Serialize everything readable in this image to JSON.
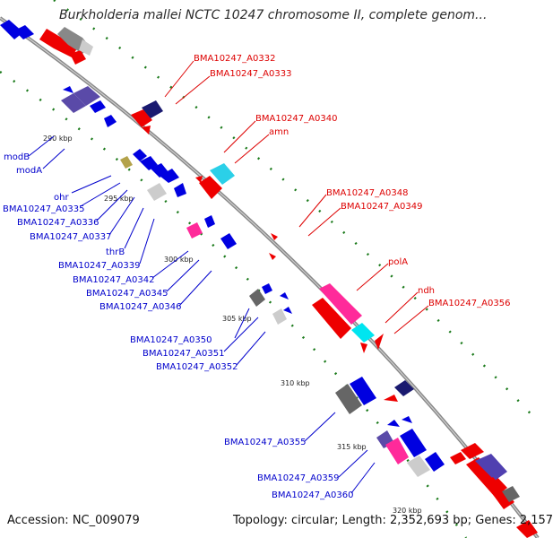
{
  "title": "Burkholderia mallei NCTC 10247 chromosome II, complete genom...",
  "footer": {
    "accession": "Accession: NC_009079",
    "summary": "Topology: circular; Length: 2,352,693 bp; Genes: 2,157"
  },
  "colors": {
    "forward_label": "#dd0000",
    "reverse_label": "#0000cc",
    "backbone": "#8a8a8a",
    "tick": "#1a7a1a"
  },
  "scale_labels": [
    "290 kbp",
    "295 kbp",
    "300 kbp",
    "305 kbp",
    "310 kbp",
    "315 kbp",
    "320 kbp"
  ],
  "forward_genes": [
    "BMA10247_A0332",
    "BMA10247_A0333",
    "BMA10247_A0340",
    "amn",
    "BMA10247_A0348",
    "BMA10247_A0349",
    "polA",
    "ndh",
    "BMA10247_A0356"
  ],
  "reverse_genes": [
    "modB",
    "modA",
    "ohr",
    "BMA10247_A0335",
    "BMA10247_A0336",
    "BMA10247_A0337",
    "thrB",
    "BMA10247_A0339",
    "BMA10247_A0342",
    "BMA10247_A0345",
    "BMA10247_A0346",
    "BMA10247_A0350",
    "BMA10247_A0351",
    "BMA10247_A0352",
    "BMA10247_A0355",
    "BMA10247_A0359",
    "BMA10247_A0360"
  ]
}
